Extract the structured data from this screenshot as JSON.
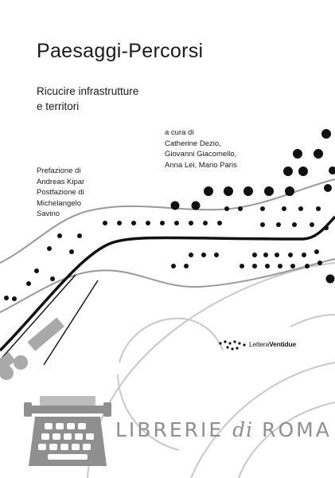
{
  "cover": {
    "title": "Paesaggi-Percorsi",
    "subtitle": [
      "Ricucire infrastrutture",
      "e territori"
    ],
    "editors_intro": "a cura di",
    "editors": [
      "Catherine Dezio,",
      "Giovanni Giacomello,",
      "Anna Lei, Mario Paris"
    ],
    "prefaces": [
      "Prefazione di",
      "Andreas Kipar",
      "Postfazione di",
      "Michelangelo",
      "Savino"
    ]
  },
  "publisher": {
    "name_light": "Lettera",
    "name_bold": "Ventidue"
  },
  "watermark": {
    "word1": "LIBRERIE",
    "word2": "di",
    "word3": "ROMA"
  },
  "colors": {
    "text": "#1a1a1a",
    "dots": "#111111",
    "grey_lines": "#9a9a9a",
    "light_lines": "#c8c8c8",
    "watermark": "#8f8f8f"
  }
}
